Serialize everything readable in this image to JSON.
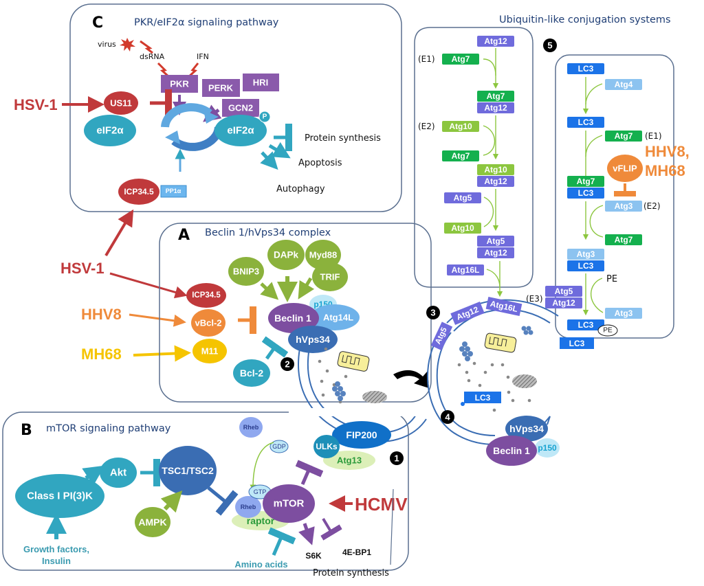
{
  "panels": {
    "C": {
      "letter": "C",
      "title": "PKR/eIF2α signaling pathway"
    },
    "A": {
      "letter": "A",
      "title": "Beclin 1/hVps34 complex"
    },
    "B": {
      "letter": "B",
      "title": "mTOR signaling pathway"
    },
    "ubl": {
      "title": "Ubiquitin-like conjugation systems"
    }
  },
  "pkr_pathway": {
    "virus": "virus",
    "dsrna": "dsRNA",
    "ifn": "IFN",
    "kinases": [
      "PKR",
      "PERK",
      "HRI",
      "GCN2"
    ],
    "us11": "US11",
    "eif2a_left": "eIF2α",
    "eif2a_right": "eIF2α",
    "phospho": "P",
    "icp345": "ICP34.5",
    "pp1a": "PP1α",
    "outcomes": [
      "Protein synthesis",
      "Apoptosis",
      "Autophagy"
    ]
  },
  "viruses": {
    "hsv1_top": "HSV-1",
    "hsv1_mid": "HSV-1",
    "hhv8": "HHV8",
    "mh68": "MH68",
    "hcmv": "HCMV",
    "hhv8_mh68_a": "HHV8,",
    "hhv8_mh68_b": "MH68"
  },
  "beclin_complex": {
    "activators": [
      "BNIP3",
      "DAPk",
      "Myd88",
      "TRIF"
    ],
    "viral_inhibitors": [
      "ICP34.5",
      "vBcl-2",
      "M11"
    ],
    "beclin1": "Beclin 1",
    "p150": "p150",
    "atg14l": "Atg14L",
    "hvps34": "hVps34",
    "bcl2": "Bcl-2"
  },
  "mtor_pathway": {
    "class1": "Class I PI(3)K",
    "akt": "Akt",
    "tsc": "TSC1/TSC2",
    "ampk": "AMPK",
    "growth": [
      "Growth factors,",
      "Insulin"
    ],
    "rheb_top": "Rheb",
    "gdp": "GDP",
    "gtp": "GTP",
    "rheb": "Rheb",
    "mtor": "mTOR",
    "raptor": "raptor",
    "amino": "Amino acids",
    "s6k": "S6K",
    "ebp1": "4E-BP1",
    "protein_synthesis": "Protein synthesis",
    "fip200": "FIP200",
    "ulks": "ULKs",
    "atg13": "Atg13"
  },
  "steps": [
    "1",
    "2",
    "3",
    "4",
    "5"
  ],
  "atg12_system": {
    "atg12_top": "Atg12",
    "e1_label": "(E1)",
    "atg7_e1": "Atg7",
    "pair1": [
      "Atg7",
      "Atg12"
    ],
    "e2_label": "(E2)",
    "atg10_e2": "Atg10",
    "atg7_out": "Atg7",
    "pair2": [
      "Atg10",
      "Atg12"
    ],
    "atg5_in": "Atg5",
    "atg10_out": "Atg10",
    "pair3": [
      "Atg5",
      "Atg12"
    ],
    "atg16l": "Atg16L"
  },
  "lc3_system": {
    "lc3_top": "LC3",
    "atg4": "Atg4",
    "lc3_2": "LC3",
    "atg7_e1": "Atg7",
    "e1_label": "(E1)",
    "vflip": "vFLIP",
    "pair1": [
      "Atg7",
      "LC3"
    ],
    "atg3_e2": "Atg3",
    "e2_label": "(E2)",
    "atg7_out": "Atg7",
    "pair2": [
      "Atg3",
      "LC3"
    ],
    "pe": "PE",
    "e3_label": "(E3)",
    "e3_pair": [
      "Atg5",
      "Atg12"
    ],
    "atg3_out": "Atg3",
    "lc3_pe": "LC3",
    "pe_tag": "PE"
  },
  "autophagosome": {
    "arc_labels": [
      "Atg5",
      "Atg12",
      "Atg16L"
    ],
    "lc3_outer": "LC3",
    "lc3_inner": "LC3",
    "hvps34": "hVps34",
    "beclin1": "Beclin 1",
    "p150": "p150"
  },
  "colors": {
    "red": "#c0393b",
    "orange": "#ef8a3a",
    "yellow": "#f5c400",
    "purple": "#8a5aab",
    "teal": "#31a6c0",
    "green": "#8bb23c",
    "blue": "#1b73e8",
    "lavender": "#6f6bdc",
    "atg_green": "#14b04e"
  }
}
